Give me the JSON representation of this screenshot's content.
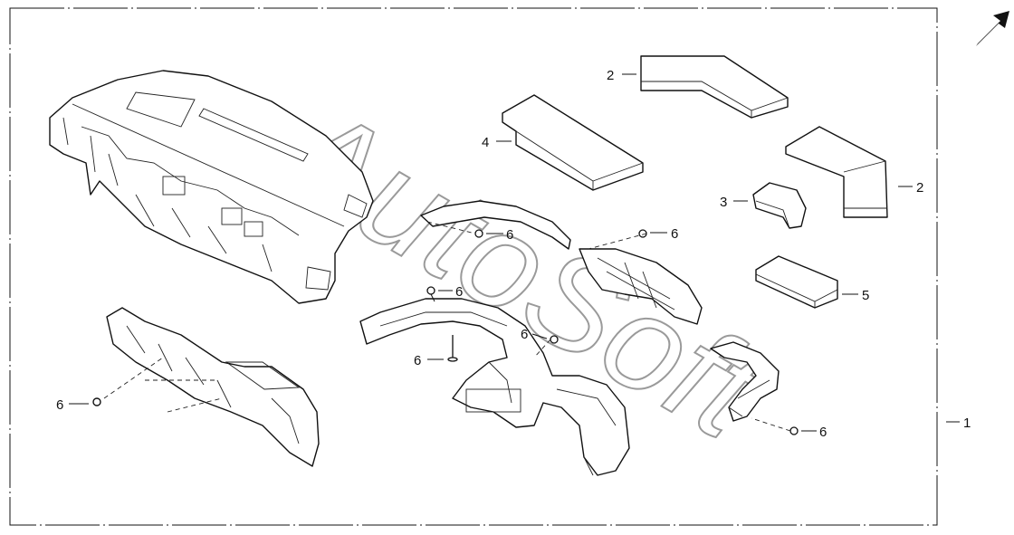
{
  "watermark": "AutoSoft",
  "callouts": {
    "c1": "1",
    "c2a": "2",
    "c2b": "2",
    "c3": "3",
    "c4": "4",
    "c5": "5",
    "c6a": "6",
    "c6b": "6",
    "c6c": "6",
    "c6d": "6",
    "c6e": "6",
    "c6f": "6",
    "c6g": "6"
  },
  "icons": {
    "orientation": "arrow-northeast-icon"
  },
  "colors": {
    "line": "#111111",
    "watermark": "#9a9a9a",
    "background": "#ffffff"
  }
}
